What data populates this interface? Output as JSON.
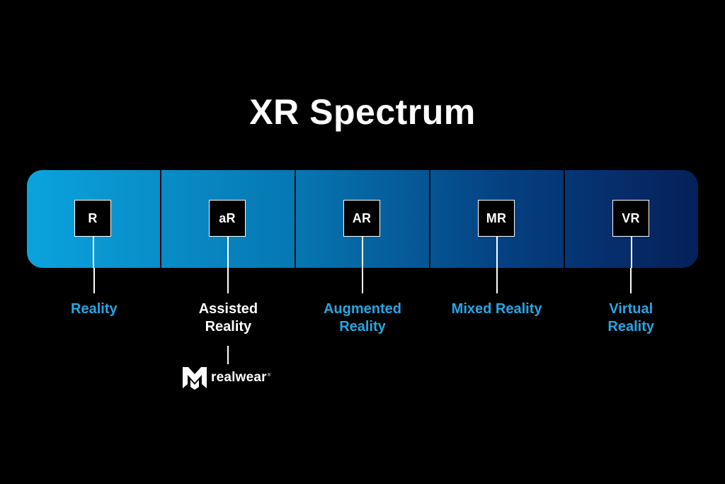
{
  "title": "XR Spectrum",
  "colors": {
    "bar_start": "#0ba3dd",
    "bar_end": "#06205a",
    "label_blue": "#27a6e2",
    "label_white": "#ffffff"
  },
  "stages": [
    {
      "abbr": "R",
      "label": "Reality",
      "label_color": "#27a6e2"
    },
    {
      "abbr": "aR",
      "label": "Assisted\nReality",
      "label_color": "#ffffff"
    },
    {
      "abbr": "AR",
      "label": "Augmented\nReality",
      "label_color": "#27a6e2"
    },
    {
      "abbr": "MR",
      "label": "Mixed Reality",
      "label_color": "#27a6e2"
    },
    {
      "abbr": "VR",
      "label": "Virtual\nReality",
      "label_color": "#27a6e2"
    }
  ],
  "brand": {
    "name": "realwear",
    "mark": "®",
    "icon": "realwear-logo-icon"
  }
}
